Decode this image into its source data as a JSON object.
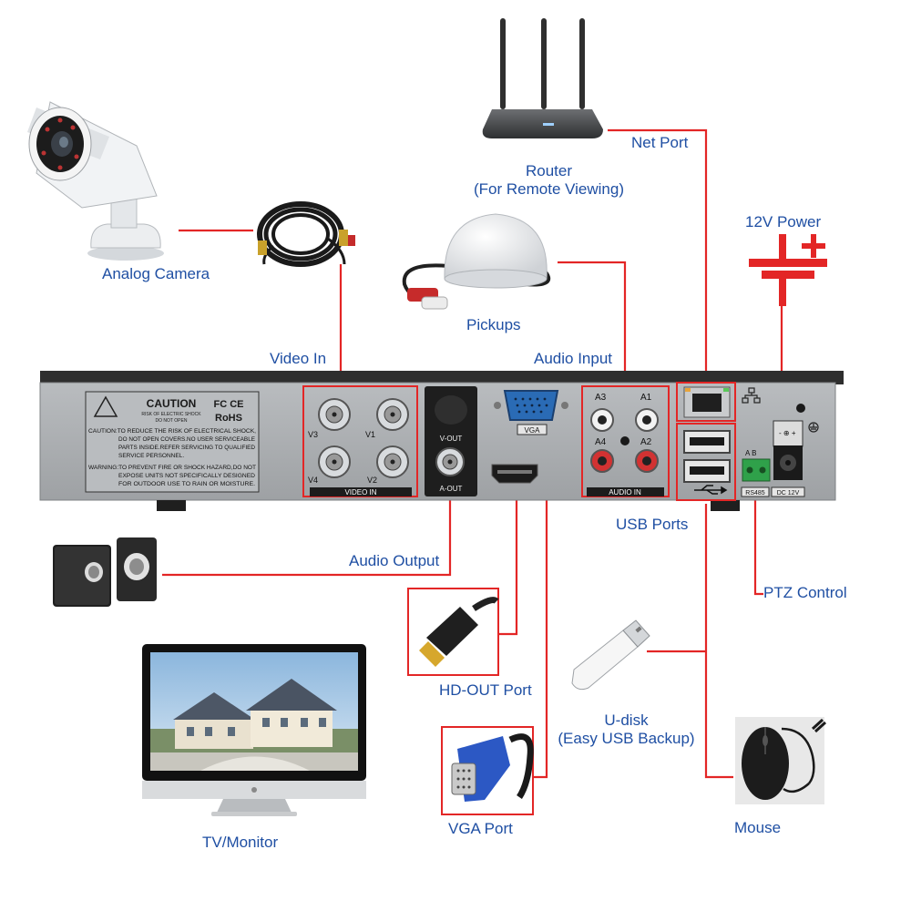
{
  "colors": {
    "label": "#1f4fa3",
    "connector": "#e32626",
    "panel": "#a3a6a9",
    "panel_dark": "#2e2e2e",
    "highlight_box": "#e32626"
  },
  "devices": {
    "analog_camera": "Analog Camera",
    "router_line1": "Router",
    "router_line2": "(For Remote Viewing)",
    "net_port": "Net Port",
    "power": "12V Power",
    "pickups": "Pickups",
    "speakers_label": "Audio Output",
    "hdmi_port": "HD-OUT Port",
    "vga_port": "VGA Port",
    "tv_monitor": "TV/Monitor",
    "usb_ports": "USB Ports",
    "ptz": "PTZ Control",
    "udisk_line1": "U-disk",
    "udisk_line2": "(Easy USB Backup)",
    "mouse": "Mouse",
    "video_in": "Video In",
    "audio_input": "Audio Input"
  },
  "panel_text": {
    "caution_title": "CAUTION",
    "caution_sub1": "RISK OF ELECTRIC SHOCK",
    "caution_sub2": "DO NOT OPEN",
    "fcc": "FC CE",
    "rohs": "RoHS",
    "warn1": "CAUTION:TO REDUCE THE RISK OF ELECTRICAL SHOCK,",
    "warn2": "DO NOT OPEN COVERS.NO USER SERVICEABLE",
    "warn3": "PARTS INSIDE.REFER SERVICING TO QUALIFIED",
    "warn4": "SERVICE PERSONNEL.",
    "warn5": "WARNING:TO PREVENT FIRE OR SHOCK HAZARD,DO NOT",
    "warn6": "EXPOSE UNITS NOT SPECIFICALLY DESIGNED",
    "warn7": "FOR OUTDOOR USE TO RAIN OR MOISTURE.",
    "video_in_title": "VIDEO IN",
    "v1": "V1",
    "v2": "V2",
    "v3": "V3",
    "v4": "V4",
    "vout": "V-OUT",
    "aout": "A-OUT",
    "vga": "VGA",
    "audio_in_title": "AUDIO IN",
    "a1": "A1",
    "a2": "A2",
    "a3": "A3",
    "a4": "A4",
    "ab": "A  B",
    "rs485": "RS485",
    "dc12v": "DC 12V"
  }
}
